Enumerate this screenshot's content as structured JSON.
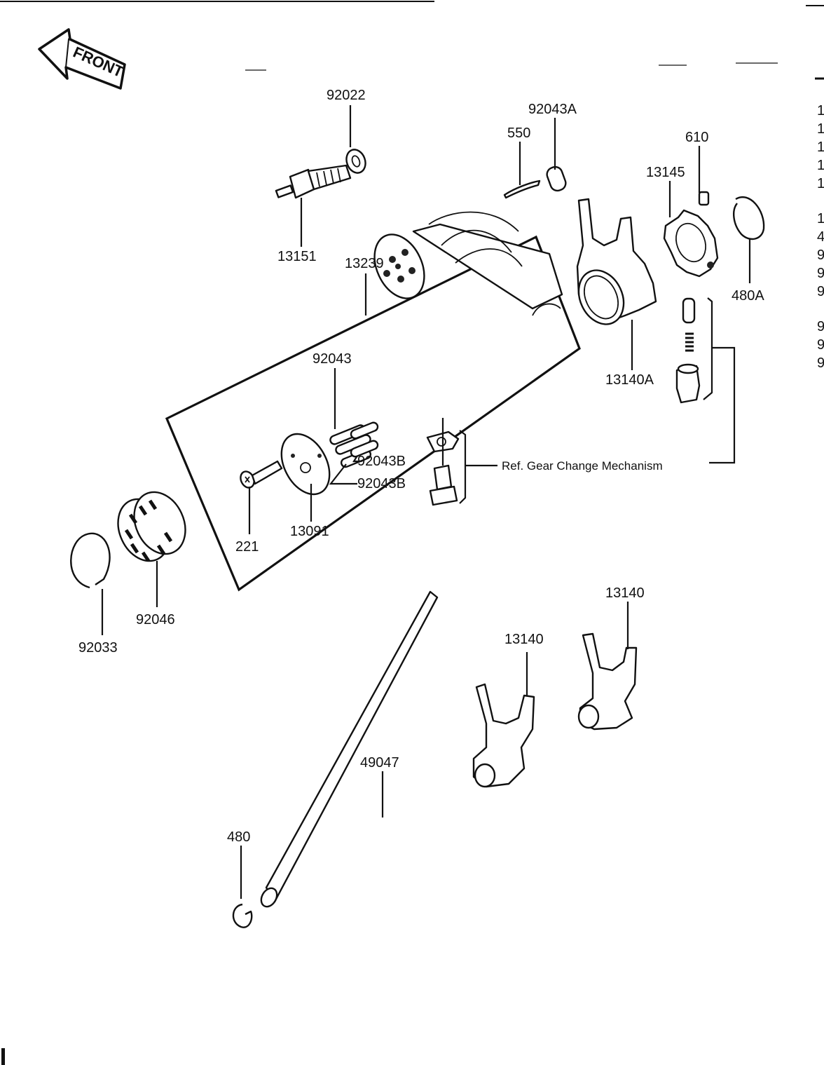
{
  "front_badge": "FRONT",
  "reference_note": "Ref.  Gear Change Mechanism",
  "parts": {
    "p92022": "92022",
    "p13151": "13151",
    "p13239": "13239",
    "p92043": "92043",
    "p92043B_1": "92043B",
    "p92043B_2": "92043B",
    "p221": "221",
    "p13091": "13091",
    "p92046": "92046",
    "p92033": "92033",
    "p92043A": "92043A",
    "p550": "550",
    "p610": "610",
    "p13145": "13145",
    "p480A": "480A",
    "p13140A": "13140A",
    "p13140_a": "13140",
    "p13140_b": "13140",
    "p49047": "49047",
    "p480": "480"
  },
  "edge_fragments": [
    "1",
    "1",
    "1",
    "1",
    "1",
    "1",
    "4",
    "9",
    "9",
    "9",
    "9",
    "9",
    "9"
  ]
}
